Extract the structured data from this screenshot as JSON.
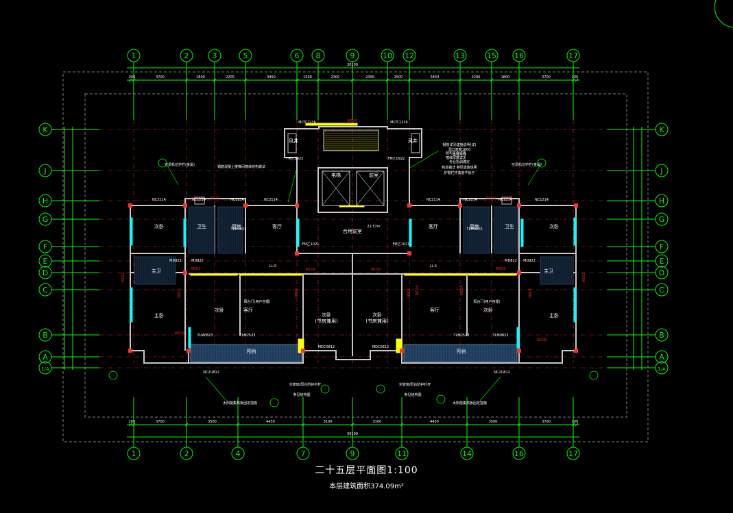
{
  "title": "二十五层平面图1:100",
  "subtitle": "本层建筑面积374.09m²",
  "colors": {
    "background": "#000000",
    "axis": "#00ff00",
    "wall": "#c8c8c8",
    "door": "#ffff00",
    "window": "#00ffff",
    "label_red": "#ff2020",
    "text": "#ffffff",
    "dashed": "#808080"
  },
  "grid": {
    "top_axes": [
      "1",
      "2",
      "3",
      "5",
      "6",
      "8",
      "9",
      "10",
      "12",
      "13",
      "15",
      "16",
      "17"
    ],
    "bottom_axes": [
      "1",
      "2",
      "4",
      "7",
      "9",
      "11",
      "14",
      "16",
      "17"
    ],
    "row_axes": [
      "K",
      "J",
      "H",
      "G",
      "F",
      "E",
      "D",
      "C",
      "B",
      "A",
      "1/A"
    ],
    "top_dims": [
      "200",
      "3700",
      "1800",
      "2200",
      "3450",
      "1500",
      "2300",
      "2300",
      "1500",
      "3450",
      "2200",
      "1800",
      "3700",
      "200"
    ],
    "top_total": "30100",
    "bottom_dims": [
      "200",
      "3700",
      "3500",
      "4450",
      "3100",
      "3100",
      "4450",
      "3500",
      "3700",
      "200"
    ],
    "bottom_total": "30100"
  },
  "rooms": [
    {
      "name": "次卧"
    },
    {
      "name": "卫生"
    },
    {
      "name": "厨房"
    },
    {
      "name": "客厅"
    },
    {
      "name": "合用前室"
    },
    {
      "name": "客厅"
    },
    {
      "name": "厨房"
    },
    {
      "name": "卫生"
    },
    {
      "name": "次卧"
    },
    {
      "name": "主卫"
    },
    {
      "name": "主卫"
    },
    {
      "name": "主卧"
    },
    {
      "name": "次卧"
    },
    {
      "name": "客厅"
    },
    {
      "name": "次卧\n(书房兼用)"
    },
    {
      "name": "次卧\n(书房兼用)"
    },
    {
      "name": "客厅"
    },
    {
      "name": "次卧"
    },
    {
      "name": "主卧"
    },
    {
      "name": "阳台"
    },
    {
      "name": "阳台"
    },
    {
      "name": "风井"
    },
    {
      "name": "风井"
    },
    {
      "name": "电梯"
    },
    {
      "name": "前室"
    }
  ],
  "labels": [
    {
      "text": "WC05"
    },
    {
      "text": "MLTC1216"
    },
    {
      "text": "MLTC1216"
    },
    {
      "text": "FM乙0922"
    },
    {
      "text": "FM乙0922"
    },
    {
      "text": "WC02"
    },
    {
      "text": "WC02"
    },
    {
      "text": "WC03"
    },
    {
      "text": "WC03"
    },
    {
      "text": "NC2114"
    },
    {
      "text": "NC1214"
    },
    {
      "text": "NC1214"
    },
    {
      "text": "NC2114"
    },
    {
      "text": "NC2114"
    },
    {
      "text": "NC2114"
    },
    {
      "text": "NC1214"
    },
    {
      "text": "NC1214"
    },
    {
      "text": "MD922"
    },
    {
      "text": "MD822"
    },
    {
      "text": "MD922"
    },
    {
      "text": "MD822"
    },
    {
      "text": "WC04"
    },
    {
      "text": "WC04"
    },
    {
      "text": "WC01"
    },
    {
      "text": "WC01"
    },
    {
      "text": "MC08"
    },
    {
      "text": "MC08"
    },
    {
      "text": "MQ02"
    },
    {
      "text": "MQ02"
    },
    {
      "text": "N0C6"
    },
    {
      "text": "N0C6"
    },
    {
      "text": "N0C4"
    },
    {
      "text": "N0C4"
    },
    {
      "text": "TLM0823"
    },
    {
      "text": "TLM0823"
    },
    {
      "text": "TLM0823"
    },
    {
      "text": "TLM0823"
    },
    {
      "text": "TLM2523"
    },
    {
      "text": "TLM2523"
    },
    {
      "text": "MDC0812"
    },
    {
      "text": "MDC0812"
    },
    {
      "text": "LL-5"
    },
    {
      "text": "LL-5"
    },
    {
      "text": "FM乙1021"
    },
    {
      "text": "FM乙1021"
    },
    {
      "text": "NC2U812"
    },
    {
      "text": "NC2U812"
    },
    {
      "text": "22.57m"
    },
    {
      "text": "WC00"
    },
    {
      "text": "WC06"
    }
  ],
  "notes": [
    {
      "text": "钢筋混凝土楼梯间墙体结构做法"
    },
    {
      "text": "空调机位护栏(金属)"
    },
    {
      "text": "空调机位护栏(金属)"
    },
    {
      "text": "阳台门(用户自理)"
    },
    {
      "text": "阳台门(用户自理)"
    },
    {
      "text": "太阳能集热板固定措施"
    },
    {
      "text": "太阳能集热板固定措施"
    },
    {
      "text": "全玻璃/阳台防护栏杆"
    },
    {
      "text": "全玻璃/阳台防护栏杆"
    },
    {
      "text": "结构平面详图"
    },
    {
      "text": "墙体厚度详见"
    },
    {
      "text": "参见结构图"
    },
    {
      "text": "参见结构图"
    },
    {
      "text": "钢管详见建施说明(详)"
    },
    {
      "text": "洞口高度1800"
    },
    {
      "text": "风井尺寸"
    },
    {
      "text": "专业协调确定"
    },
    {
      "text": "构造做法 参见建施说明"
    },
    {
      "text": "护窗栏杆高度不低于"
    }
  ]
}
